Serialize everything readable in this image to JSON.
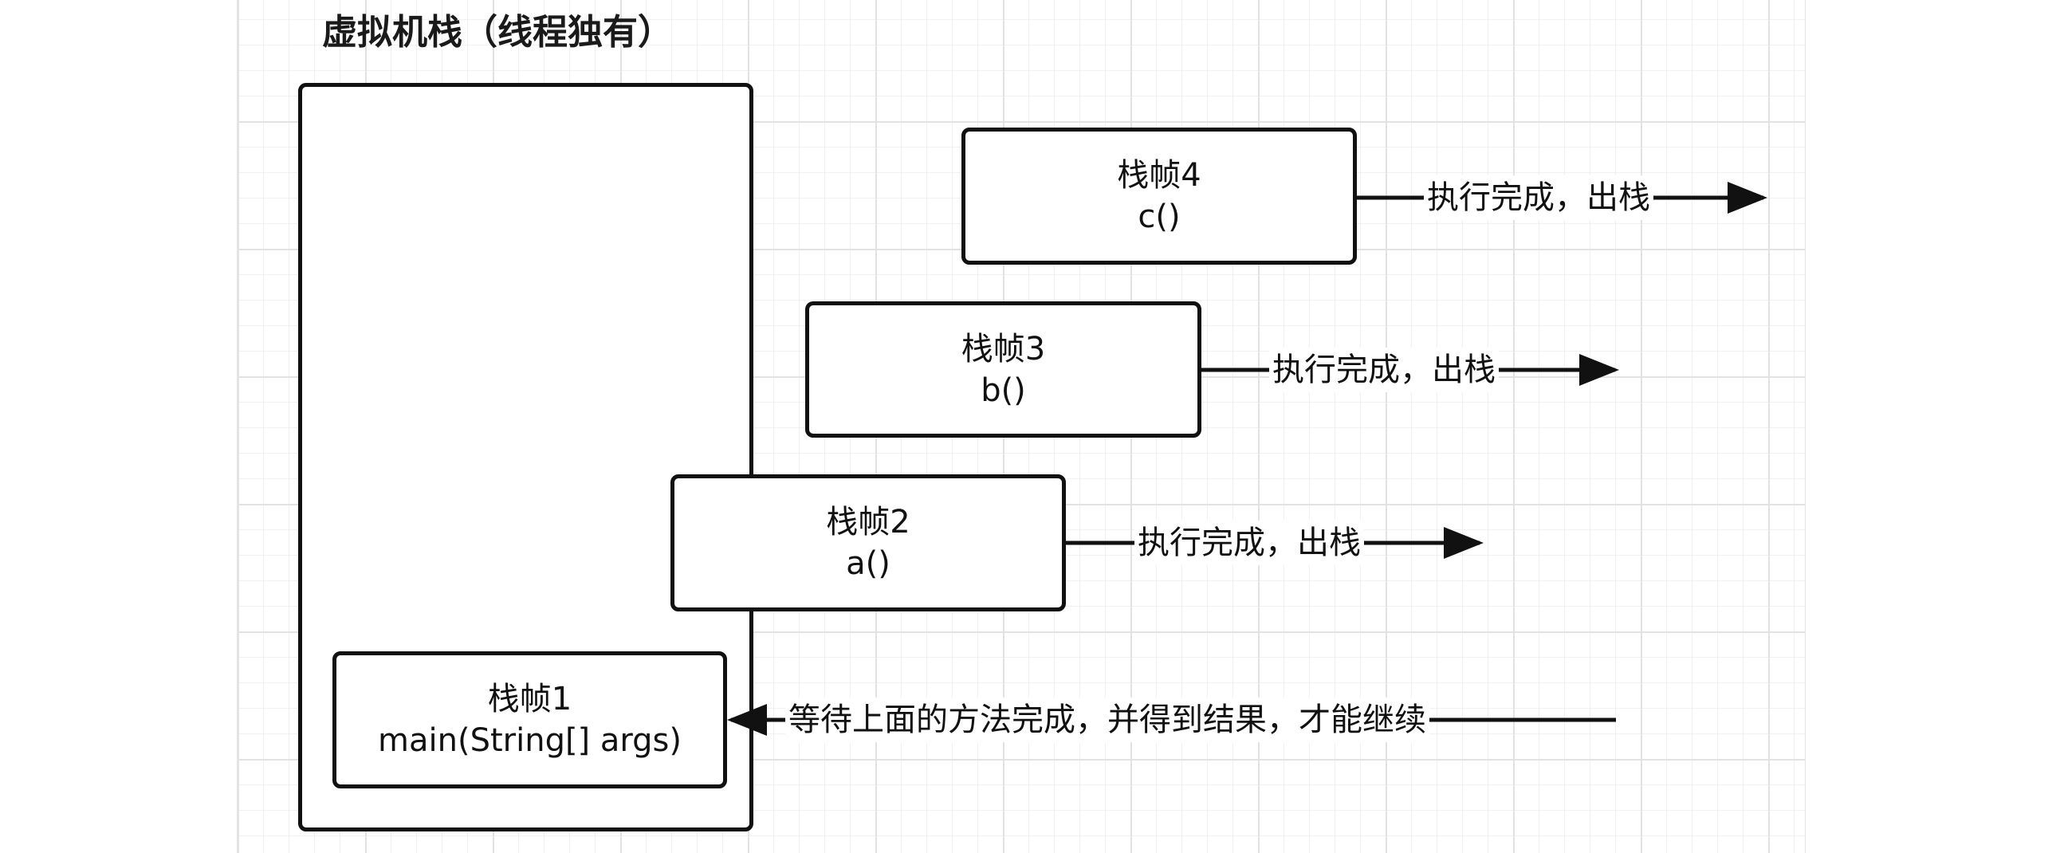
{
  "title": "虚拟机栈（线程独有）",
  "frames": [
    {
      "name": "栈帧1",
      "method": "main(String[] args)"
    },
    {
      "name": "栈帧2",
      "method": "a()"
    },
    {
      "name": "栈帧3",
      "method": "b()"
    },
    {
      "name": "栈帧4",
      "method": "c()"
    }
  ],
  "labels": {
    "pop": "执行完成，出栈",
    "wait": "等待上面的方法完成，并得到结果，才能继续"
  },
  "colors": {
    "stroke": "#111111",
    "grid": "#e2e2e2",
    "background": "#ffffff"
  }
}
